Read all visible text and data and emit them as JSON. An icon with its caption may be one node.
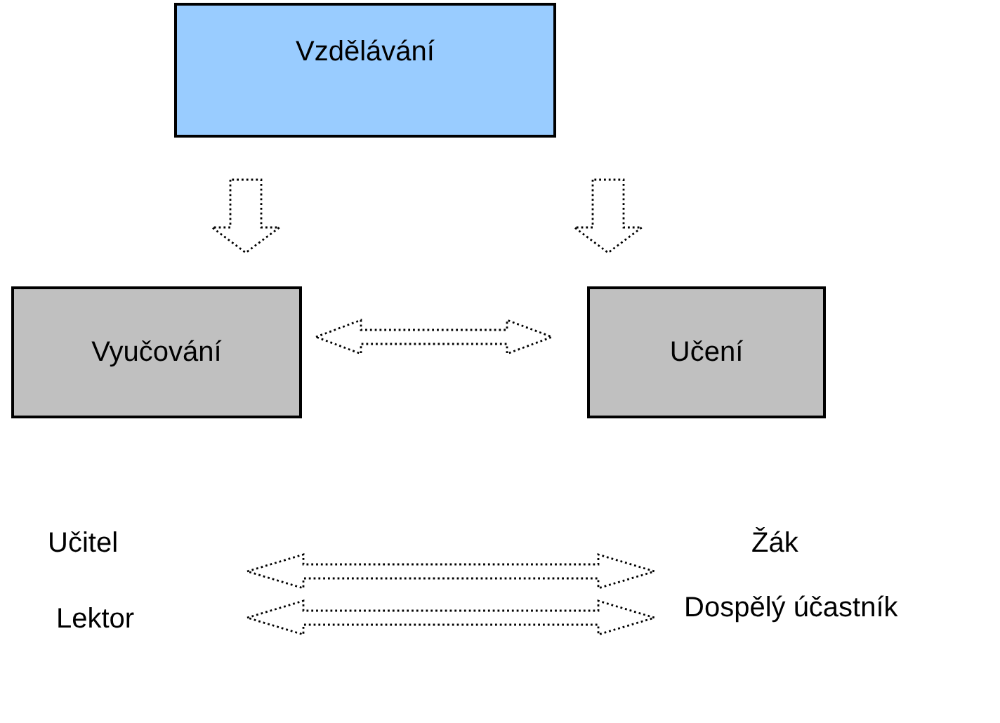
{
  "diagram": {
    "nodes": [
      {
        "text": [
          "Vzdělávání"
        ]
      },
      {
        "text": [
          "Vyučování"
        ]
      },
      {
        "text": [
          "Učení"
        ]
      },
      {
        "text": [
          "Učitel"
        ]
      },
      {
        "text": [
          "Žák"
        ]
      },
      {
        "text": [
          "Lektor"
        ]
      },
      {
        "text": [
          "Dospělý účastník"
        ]
      }
    ],
    "edges": [
      {
        "from": 0,
        "to": 1,
        "arrow": "to"
      },
      {
        "from": 0,
        "to": 2,
        "arrow": "to"
      },
      {
        "from": 1,
        "to": 2,
        "arrow": "both"
      },
      {
        "from": 3,
        "to": 4,
        "arrow": "both"
      },
      {
        "from": 5,
        "to": 6,
        "arrow": "both"
      }
    ]
  }
}
